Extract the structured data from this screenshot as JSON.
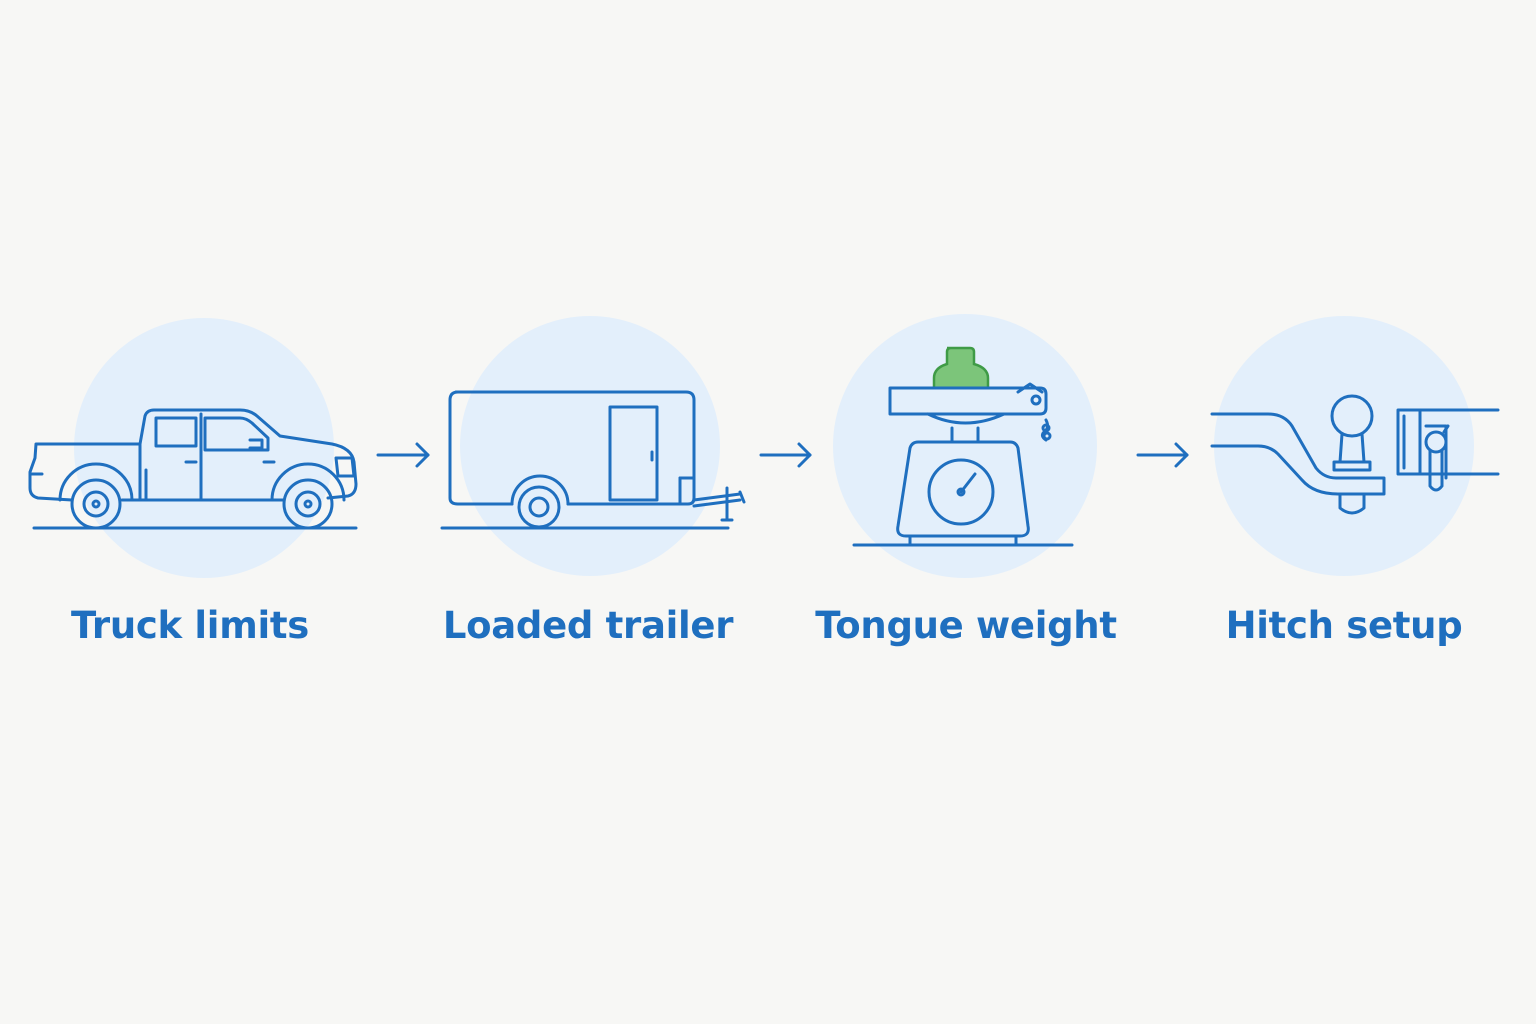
{
  "colors": {
    "background": "#f7f7f5",
    "line": "#1f6fbf",
    "circle": "#e3effb",
    "weight_fill": "#7cc57a",
    "weight_stroke": "#3f9b46",
    "label": "#1f6fbf"
  },
  "steps": [
    {
      "label": "Truck limits",
      "icon": "pickup-truck-icon"
    },
    {
      "label": "Loaded trailer",
      "icon": "cargo-trailer-icon"
    },
    {
      "label": "Tongue weight",
      "icon": "scale-icon"
    },
    {
      "label": "Hitch setup",
      "icon": "ball-hitch-icon"
    }
  ],
  "connectors": [
    {
      "icon": "arrow-right-icon"
    },
    {
      "icon": "arrow-right-icon"
    },
    {
      "icon": "arrow-right-icon"
    }
  ]
}
